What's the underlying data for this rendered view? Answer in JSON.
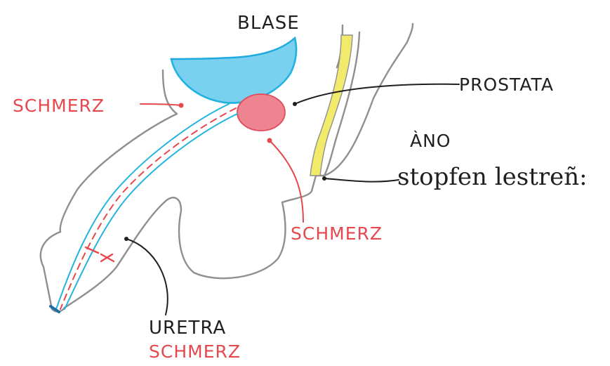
{
  "diagram": {
    "labels": {
      "blase": "BLASE",
      "prostata": "PROSTATA",
      "ano": "ÀNO",
      "ano_note": "stopfen lestreñ:",
      "schmerz_left": "SCHMERZ",
      "schmerz_middle": "SCHMERZ",
      "uretra": "URETRA",
      "schmerz_bottom": "SCHMERZ"
    },
    "colors": {
      "ink": "#1f1f1f",
      "outline": "#8f8f8f",
      "bladder": "#29b6e3",
      "urethra": "#23b3e0",
      "prostate": "#ea4b5e",
      "pain": "#e5484d",
      "rectum": "#f2ea6a"
    }
  }
}
